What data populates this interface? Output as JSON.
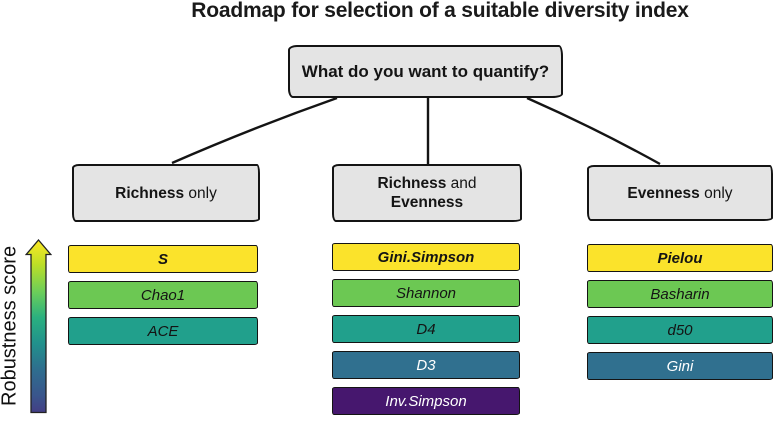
{
  "title": "Roadmap for selection of a suitable diversity index",
  "root_box": {
    "question": "What do you want to quantify?"
  },
  "axis": {
    "label": "Robustness score"
  },
  "arrow": {
    "stops": [
      "#FDE725",
      "#BDDF26",
      "#6CCE59",
      "#2AB07F",
      "#21918C",
      "#2E6E8E",
      "#39568C",
      "#433E85"
    ]
  },
  "palette": {
    "yellow": "#FBE32B",
    "green": "#6CC853",
    "teal": "#21A08C",
    "blue": "#30708F",
    "purple": "#46176E",
    "box_gray": "#E4E4E4",
    "line_black": "#141414"
  },
  "columns": [
    {
      "header": {
        "line1_bold": "Richness",
        "line1_rest": " only",
        "line2_bold": ""
      },
      "bars": [
        {
          "label": "S",
          "bg": "#FBE32B",
          "fg": "#141414",
          "weight": "bold"
        },
        {
          "label": "Chao1",
          "bg": "#6CC853",
          "fg": "#141414",
          "weight": "normal"
        },
        {
          "label": "ACE",
          "bg": "#21A08C",
          "fg": "#141414",
          "weight": "normal"
        }
      ]
    },
    {
      "header": {
        "line1_bold": "Richness",
        "line1_rest": " and",
        "line2_bold": "Evenness"
      },
      "bars": [
        {
          "label": "Gini.Simpson",
          "bg": "#FBE32B",
          "fg": "#141414",
          "weight": "bold"
        },
        {
          "label": "Shannon",
          "bg": "#6CC853",
          "fg": "#141414",
          "weight": "normal"
        },
        {
          "label": "D4",
          "bg": "#21A08C",
          "fg": "#141414",
          "weight": "normal"
        },
        {
          "label": "D3",
          "bg": "#30708F",
          "fg": "#FFFFFF",
          "weight": "normal"
        },
        {
          "label": "Inv.Simpson",
          "bg": "#46176E",
          "fg": "#FFFFFF",
          "weight": "normal"
        }
      ]
    },
    {
      "header": {
        "line1_bold": "Evenness",
        "line1_rest": " only",
        "line2_bold": ""
      },
      "bars": [
        {
          "label": "Pielou",
          "bg": "#FBE32B",
          "fg": "#141414",
          "weight": "bold"
        },
        {
          "label": "Basharin",
          "bg": "#6CC853",
          "fg": "#141414",
          "weight": "normal"
        },
        {
          "label": "d50",
          "bg": "#21A08C",
          "fg": "#141414",
          "weight": "normal"
        },
        {
          "label": "Gini",
          "bg": "#30708F",
          "fg": "#FFFFFF",
          "weight": "normal"
        }
      ]
    }
  ]
}
